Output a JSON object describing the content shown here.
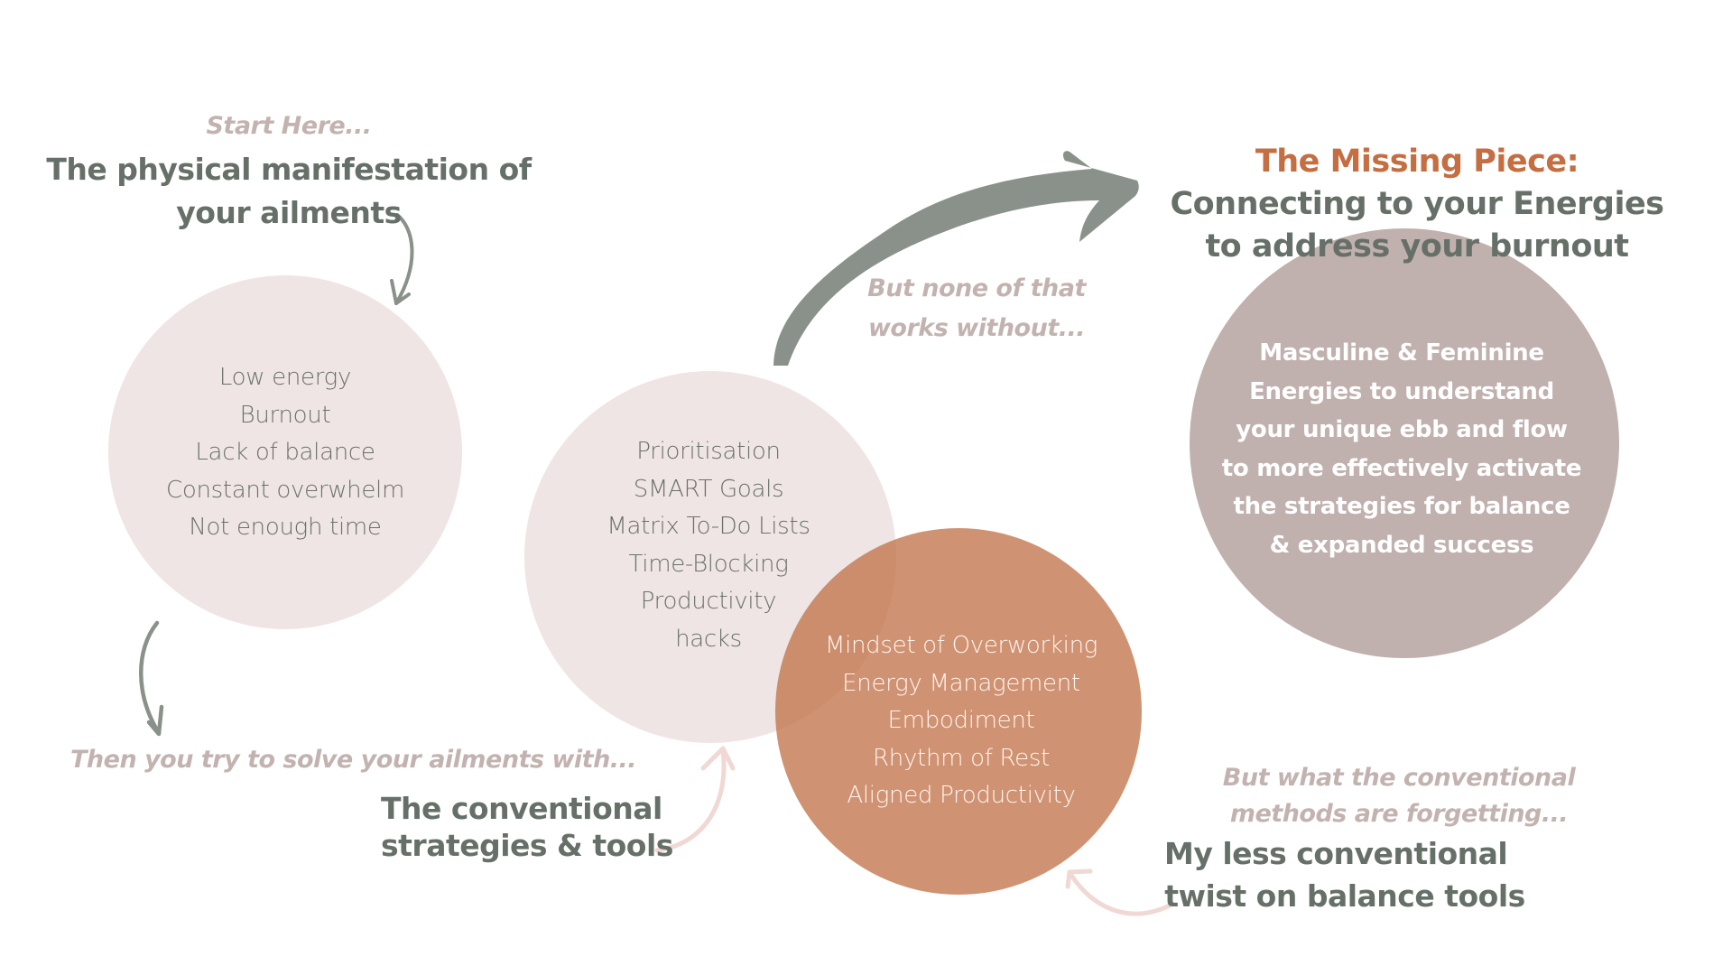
{
  "colors": {
    "circle_light": "#EFE5E4",
    "circle_terracotta": "#BF6F44",
    "circle_mauve": "#C0B0AE",
    "heading_gray": "#667068",
    "kicker_pink": "#C3B3B0",
    "accent_orange": "#C46E42",
    "arrow_gray": "#8A918A",
    "arrow_pink": "#F0D8D4"
  },
  "step1": {
    "kicker": "Start Here...",
    "heading_lines": [
      "The physical manifestation of",
      "your ailments"
    ],
    "items": [
      "Low energy",
      "Burnout",
      "Lack of balance",
      "Constant overwhelm",
      "Not enough time"
    ],
    "arrow_icon": "curved-arrow-down-icon"
  },
  "step2": {
    "kicker": "Then you try to  solve your ailments with...",
    "heading_lines": [
      "The conventional",
      "strategies & tools"
    ],
    "items": [
      "Prioritisation",
      "SMART Goals",
      "Matrix To-Do Lists",
      "Time-Blocking",
      "Productivity",
      "hacks"
    ],
    "arrow_icon": "curved-arrow-down-icon"
  },
  "step3": {
    "kicker_lines": [
      "But what the conventional",
      "methods are forgetting..."
    ],
    "heading_lines": [
      "My less conventional",
      "twist on balance tools"
    ],
    "items": [
      "Mindset of Overworking",
      "Energy Management",
      "Embodiment",
      "Rhythm of Rest",
      "Aligned Productivity"
    ]
  },
  "step4": {
    "kicker_lines": [
      "But none of that",
      "works without..."
    ],
    "accent_title": "The Missing Piece:",
    "heading_lines": [
      "Connecting to your Energies",
      "to address your burnout"
    ],
    "items": [
      "Masculine & Feminine",
      "Energies to understand",
      "your unique ebb and flow",
      "to more effectively activate",
      "the strategies for balance",
      "& expanded success"
    ],
    "arrow_icon": "large-curved-arrow-right-icon"
  }
}
